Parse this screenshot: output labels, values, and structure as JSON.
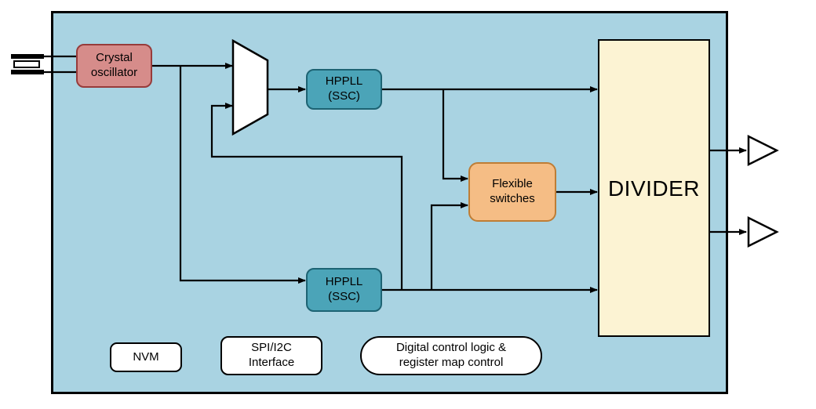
{
  "diagram": {
    "type": "block-diagram",
    "blocks": {
      "crystal_oscillator": {
        "label": "Crystal\noscillator"
      },
      "hppll_top": {
        "label": "HPPLL\n(SSC)"
      },
      "hppll_bottom": {
        "label": "HPPLL\n(SSC)"
      },
      "flexible_switches": {
        "label": "Flexible\nswitches"
      },
      "divider": {
        "label": "DIVIDER"
      },
      "nvm": {
        "label": "NVM"
      },
      "spi_i2c_interface": {
        "label": "SPI/I2C\nInterface"
      },
      "digital_control": {
        "label": "Digital control logic &\nregister map control"
      }
    },
    "colors": {
      "chip_bg": "#A9D3E2",
      "crystal_fill": "#D68C8A",
      "crystal_border": "#973B3B",
      "pll_fill": "#4BA4B8",
      "pll_border": "#1D6373",
      "switches_fill": "#F5BD85",
      "switches_border": "#BE7D35",
      "divider_fill": "#FCF3D3",
      "wire": "#000000",
      "white_box_fill": "#FFFFFF"
    }
  }
}
